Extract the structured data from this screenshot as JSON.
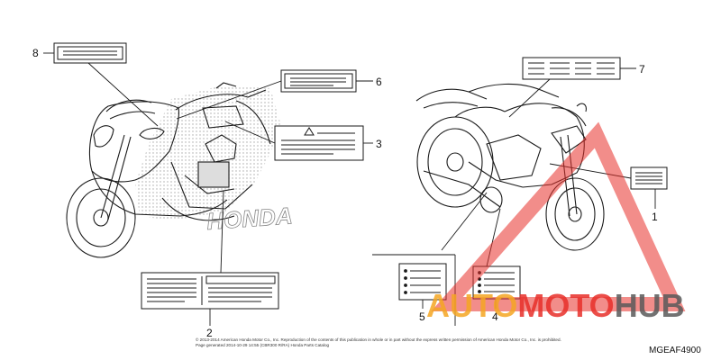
{
  "callouts": {
    "c1": "1",
    "c2": "2",
    "c3": "3",
    "c4": "4",
    "c5": "5",
    "c6": "6",
    "c7": "7",
    "c8": "8"
  },
  "brand_text": "HONDA",
  "diagram_code": "MGEAF4900",
  "copyright_line1": "© 2013-2014 American Honda Motor Co., Inc. Reproduction of the contents of this publication in whole or in part without the express written permission of American Honda Motor Co., Inc. is prohibited.",
  "copyright_line2": "Page generated 2014-10-29 14:55 (CBR300 R/RA) Honda Parts Catalog",
  "watermark": {
    "part1": "AUTO",
    "part2": "MOTO",
    "part3": "HUB"
  },
  "colors": {
    "line": "#1a1a1a",
    "watermark_red": "#e8302a",
    "watermark_orange": "#f5a623",
    "watermark_gray": "#5a5a5a"
  }
}
